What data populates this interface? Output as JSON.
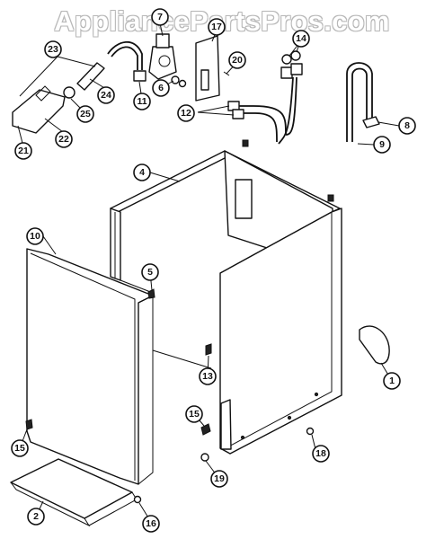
{
  "watermark": "AppliancePartsPros.com",
  "callouts": [
    "1",
    "2",
    "4",
    "5",
    "6",
    "7",
    "8",
    "9",
    "10",
    "11",
    "12",
    "13",
    "14",
    "15",
    "16",
    "17",
    "18",
    "19",
    "20",
    "21",
    "22",
    "23",
    "24",
    "25"
  ]
}
